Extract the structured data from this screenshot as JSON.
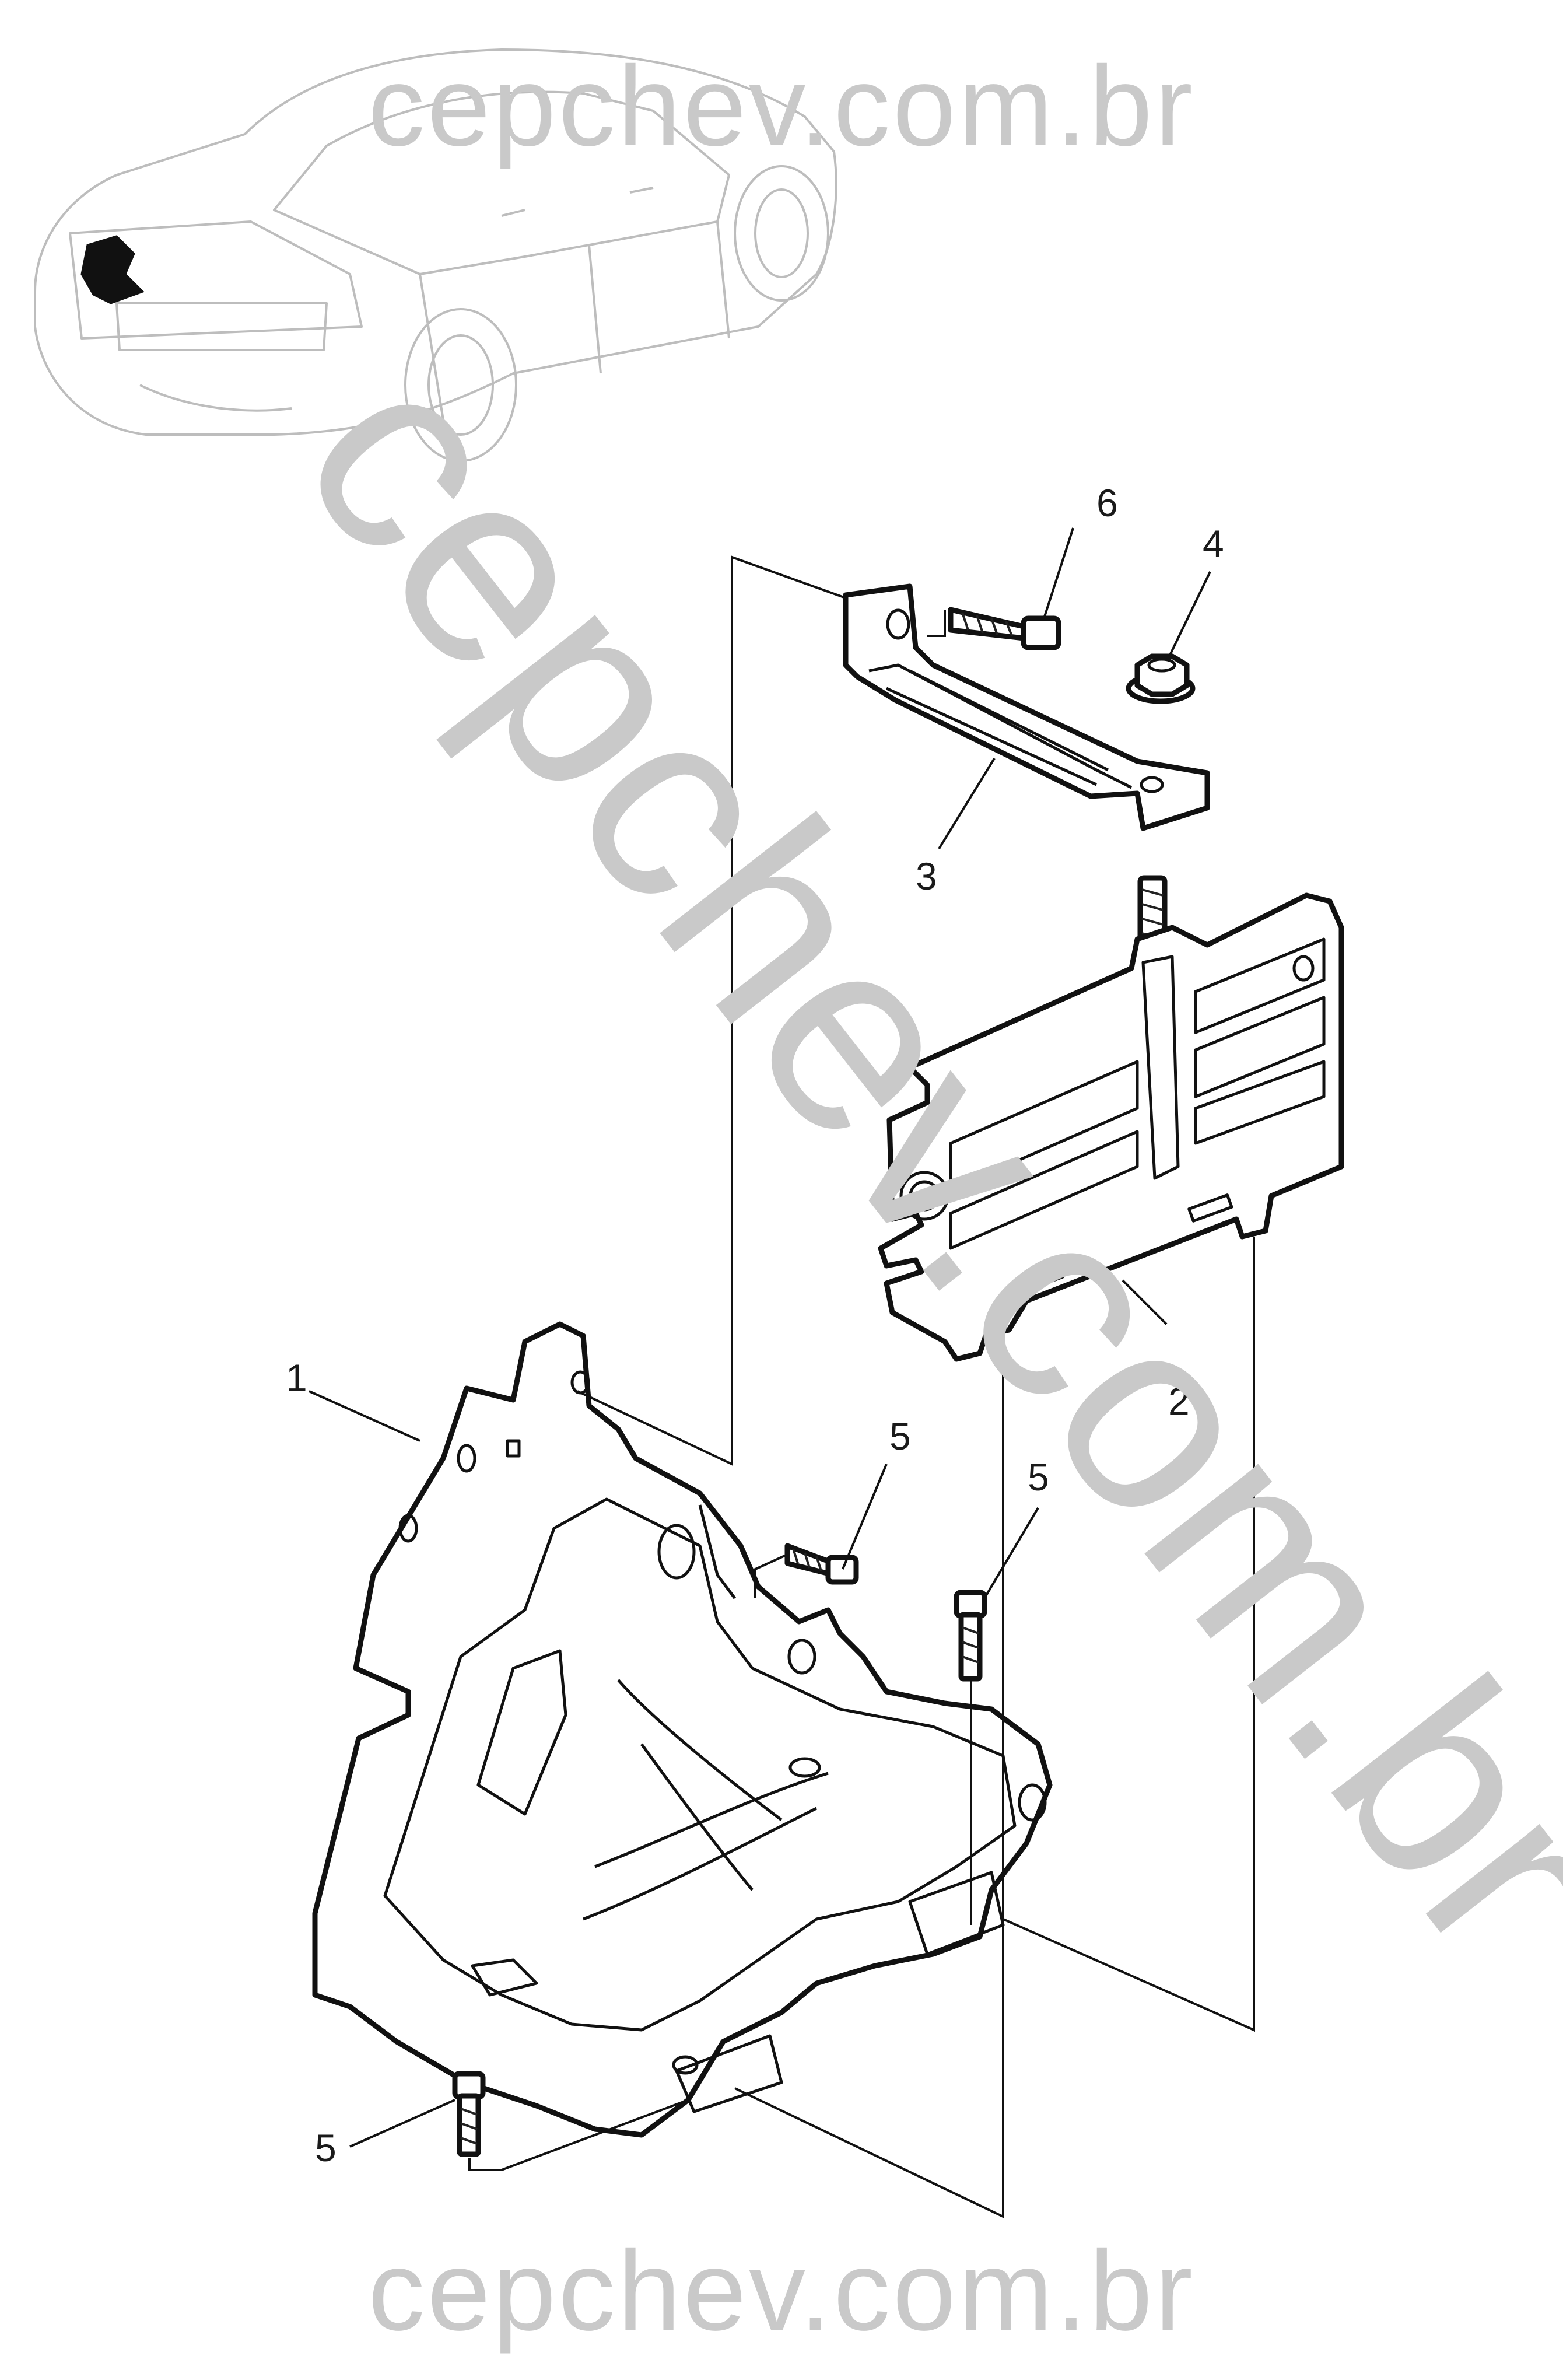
{
  "watermark": {
    "top": "cepchev.com.br",
    "diagonal": "cepchev.com.br",
    "bottom": "cepchev.com.br"
  },
  "callouts": [
    {
      "label": "1"
    },
    {
      "label": "2"
    },
    {
      "label": "3"
    },
    {
      "label": "4"
    },
    {
      "label": "5"
    },
    {
      "label": "5"
    },
    {
      "label": "5"
    },
    {
      "label": "6"
    }
  ],
  "colors": {
    "line": "#111111",
    "watermark": "#c9c9c9",
    "car_outline": "#bdbdbd",
    "highlight": "#111111"
  }
}
